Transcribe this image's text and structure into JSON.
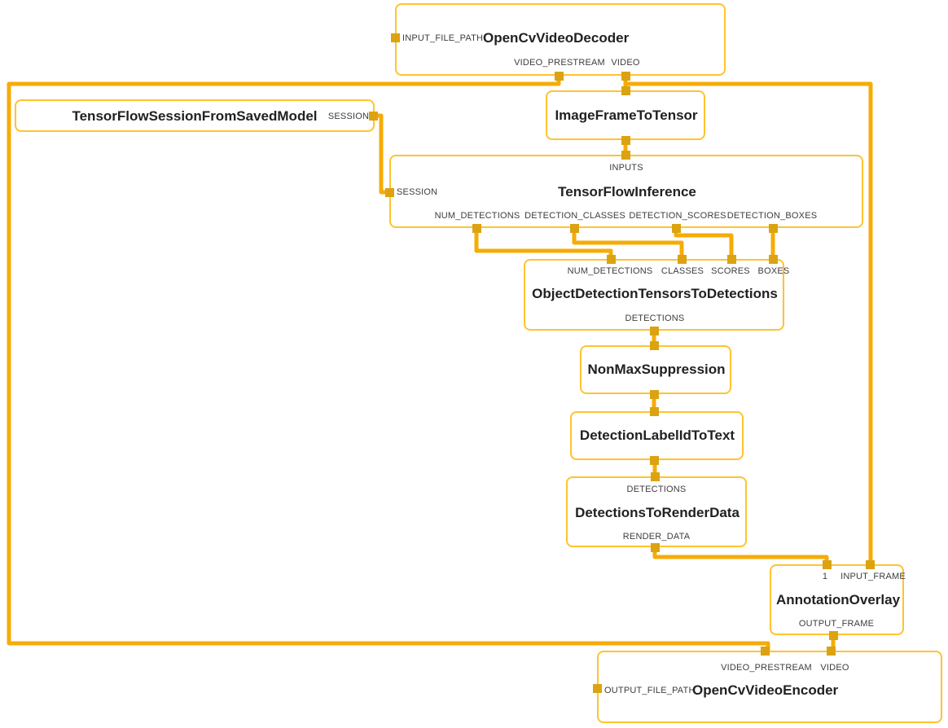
{
  "colors": {
    "wire": "#F6AC07",
    "port": "#DBA312",
    "node_border": "#FFC32E",
    "node_fill": "#FFFFFF",
    "title_text": "#212121",
    "port_label_text": "#3D3D3D",
    "background": "#FFFFFF"
  },
  "nodes": {
    "video_decoder": {
      "title": "OpenCvVideoDecoder",
      "ports": {
        "input_file_path": "INPUT_FILE_PATH",
        "video_prestream": "VIDEO_PRESTREAM",
        "video": "VIDEO"
      }
    },
    "tf_session": {
      "title": "TensorFlowSessionFromSavedModel",
      "ports": {
        "session": "SESSION"
      }
    },
    "image_frame_to_tensor": {
      "title": "ImageFrameToTensor"
    },
    "tf_inference": {
      "title": "TensorFlowInference",
      "ports": {
        "inputs": "INPUTS",
        "session": "SESSION",
        "num_detections": "NUM_DETECTIONS",
        "detection_classes": "DETECTION_CLASSES",
        "detection_scores": "DETECTION_SCORES",
        "detection_boxes": "DETECTION_BOXES"
      }
    },
    "tensors_to_detections": {
      "title": "ObjectDetectionTensorsToDetections",
      "ports": {
        "num_detections": "NUM_DETECTIONS",
        "classes": "CLASSES",
        "scores": "SCORES",
        "boxes": "BOXES",
        "detections": "DETECTIONS"
      }
    },
    "non_max_suppression": {
      "title": "NonMaxSuppression"
    },
    "detection_label_id_to_text": {
      "title": "DetectionLabelIdToText"
    },
    "detections_to_render_data": {
      "title": "DetectionsToRenderData",
      "ports": {
        "detections": "DETECTIONS",
        "render_data": "RENDER_DATA"
      }
    },
    "annotation_overlay": {
      "title": "AnnotationOverlay",
      "ports": {
        "one": "1",
        "input_frame": "INPUT_FRAME",
        "output_frame": "OUTPUT_FRAME"
      }
    },
    "video_encoder": {
      "title": "OpenCvVideoEncoder",
      "ports": {
        "output_file_path": "OUTPUT_FILE_PATH",
        "video_prestream": "VIDEO_PRESTREAM",
        "video": "VIDEO"
      }
    }
  }
}
